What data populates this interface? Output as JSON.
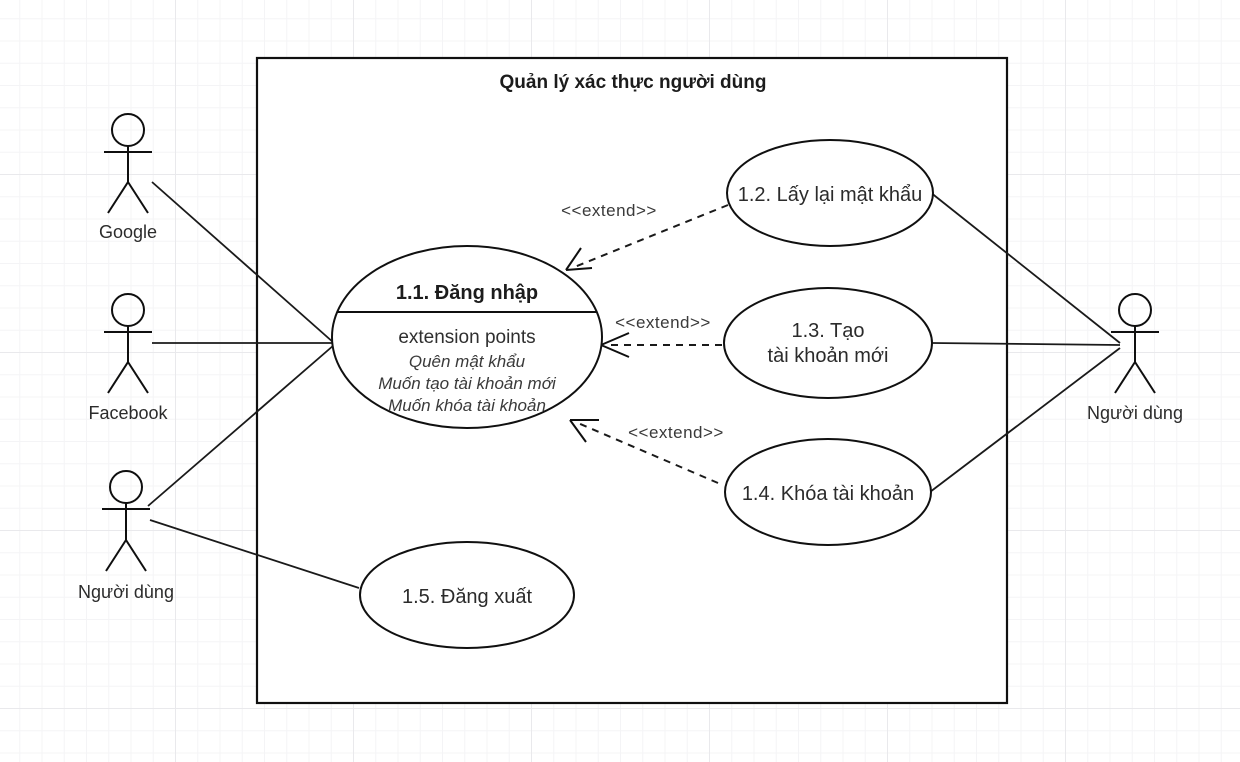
{
  "diagram": {
    "kind": "uml-use-case-diagram",
    "system_boundary": {
      "title": "Quản lý xác thực người dùng"
    },
    "actors": [
      {
        "id": "google",
        "label": "Google"
      },
      {
        "id": "facebook",
        "label": "Facebook"
      },
      {
        "id": "nguoi-dung-left",
        "label": "Người dùng"
      },
      {
        "id": "nguoi-dung-right",
        "label": "Người dùng"
      }
    ],
    "use_cases": [
      {
        "id": "uc-1-1",
        "title": "1.1. Đăng nhập",
        "compartment_header": "extension points",
        "extension_points": [
          "Quên mật khẩu",
          "Muốn tạo tài khoản mới",
          "Muốn khóa tài khoản"
        ]
      },
      {
        "id": "uc-1-2",
        "line1": "1.2. Lấy lại mật khẩu",
        "line2": ""
      },
      {
        "id": "uc-1-3",
        "line1": "1.3. Tạo",
        "line2": "tài khoản mới"
      },
      {
        "id": "uc-1-4",
        "line1": "1.4. Khóa tài khoản",
        "line2": ""
      },
      {
        "id": "uc-1-5",
        "line1": "1.5. Đăng xuất",
        "line2": ""
      }
    ],
    "relationships": [
      {
        "id": "extend-1",
        "stereotype": "<<extend>>",
        "from": "uc-1-2",
        "to": "uc-1-1"
      },
      {
        "id": "extend-2",
        "stereotype": "<<extend>>",
        "from": "uc-1-3",
        "to": "uc-1-1"
      },
      {
        "id": "extend-3",
        "stereotype": "<<extend>>",
        "from": "uc-1-4",
        "to": "uc-1-1"
      }
    ],
    "colors": {
      "stroke": "#101010",
      "background": "#ffffff",
      "grid_minor": "#f4f4f6",
      "grid_major": "#e9e9ec"
    }
  }
}
